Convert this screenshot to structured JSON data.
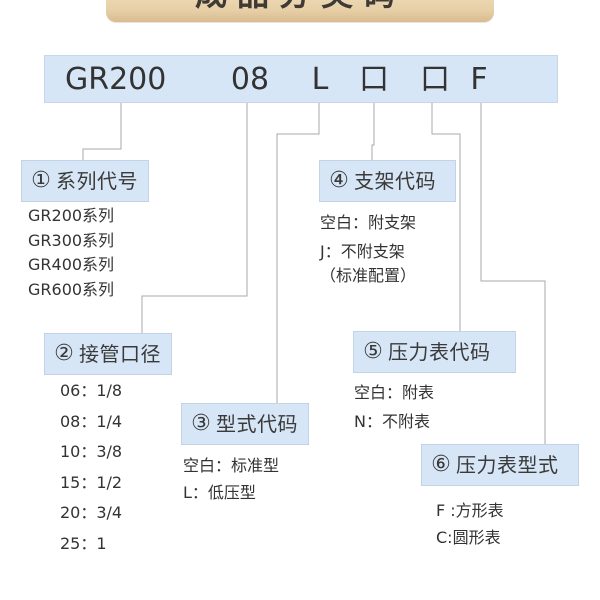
{
  "title": "成品分类码",
  "model_code": [
    "GR200",
    "08",
    "L",
    "口",
    "口",
    "F"
  ],
  "categories": [
    {
      "number": "①",
      "label": "系列代号",
      "options": [
        "GR200系列",
        "GR300系列",
        "GR400系列",
        "GR600系列"
      ]
    },
    {
      "number": "②",
      "label": "接管口径",
      "options": [
        "06：1/8",
        "08：1/4",
        "10：3/8",
        "15：1/2",
        "20：3/4",
        "25：1"
      ]
    },
    {
      "number": "③",
      "label": "型式代码",
      "options": [
        "空白：标准型",
        " L：低压型"
      ]
    },
    {
      "number": "④",
      "label": "支架代码",
      "options": [
        "空白：附支架",
        "J：不附支架",
        "（标准配置）"
      ]
    },
    {
      "number": "⑤",
      "label": "压力表代码",
      "options": [
        "空白：附表",
        "N：不附表"
      ]
    },
    {
      "number": "⑥",
      "label": "压力表型式",
      "options": [
        "F :方形表",
        "C:圆形表"
      ]
    }
  ],
  "colors": {
    "box_fill": "#d7e6f6",
    "box_border": "#c3d3e6",
    "line": "#a9a9a9",
    "title_gold": "#e7cfa6",
    "text": "#333333"
  }
}
